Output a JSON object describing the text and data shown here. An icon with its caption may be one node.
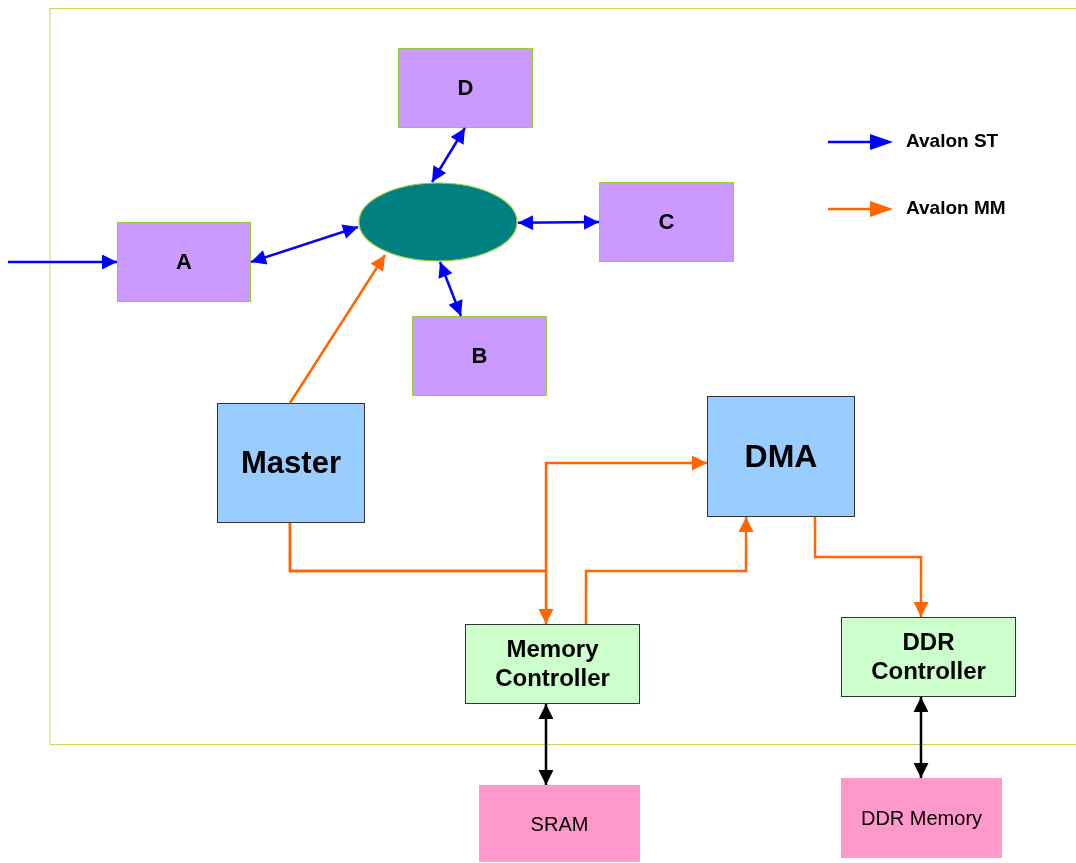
{
  "diagram": {
    "nodes": [
      {
        "text": [
          "D"
        ]
      },
      {
        "text": [],
        "shape": "ellipse"
      },
      {
        "text": [
          "C"
        ]
      },
      {
        "text": [
          "A"
        ]
      },
      {
        "text": [
          "B"
        ]
      },
      {
        "text": [
          "Master"
        ]
      },
      {
        "text": [
          "DMA"
        ]
      },
      {
        "text": [
          "Memory Controller"
        ]
      },
      {
        "text": [
          "DDR Controller"
        ]
      },
      {
        "text": [
          "SRAM"
        ]
      },
      {
        "text": [
          "DDR Memory"
        ]
      }
    ],
    "edges": [
      {
        "from": null,
        "to": 3,
        "arrow": "to",
        "color": "#0000ff"
      },
      {
        "from": 3,
        "to": 1,
        "arrow": "both",
        "color": "#0000ff"
      },
      {
        "from": 0,
        "to": 1,
        "arrow": "both",
        "color": "#0000ff"
      },
      {
        "from": 1,
        "to": 2,
        "arrow": "both",
        "color": "#0000ff"
      },
      {
        "from": 1,
        "to": 4,
        "arrow": "both",
        "color": "#0000ff"
      },
      {
        "from": 5,
        "to": 1,
        "arrow": "to",
        "color": "#ff6600"
      },
      {
        "from": 5,
        "to": 7,
        "arrow": "to",
        "color": "#ff6600"
      },
      {
        "from": 5,
        "to": 6,
        "arrow": "to",
        "color": "#ff6600"
      },
      {
        "from": 7,
        "to": 6,
        "arrow": "to",
        "color": "#ff6600"
      },
      {
        "from": 6,
        "to": 8,
        "arrow": "to",
        "color": "#ff6600"
      },
      {
        "from": 7,
        "to": 9,
        "arrow": "both",
        "color": "#000000"
      },
      {
        "from": 8,
        "to": 10,
        "arrow": "both",
        "color": "#000000"
      }
    ],
    "legend": [
      {
        "text": "Avalon ST",
        "color": "#0000ff"
      },
      {
        "text": "Avalon MM",
        "color": "#ff6600"
      }
    ]
  }
}
